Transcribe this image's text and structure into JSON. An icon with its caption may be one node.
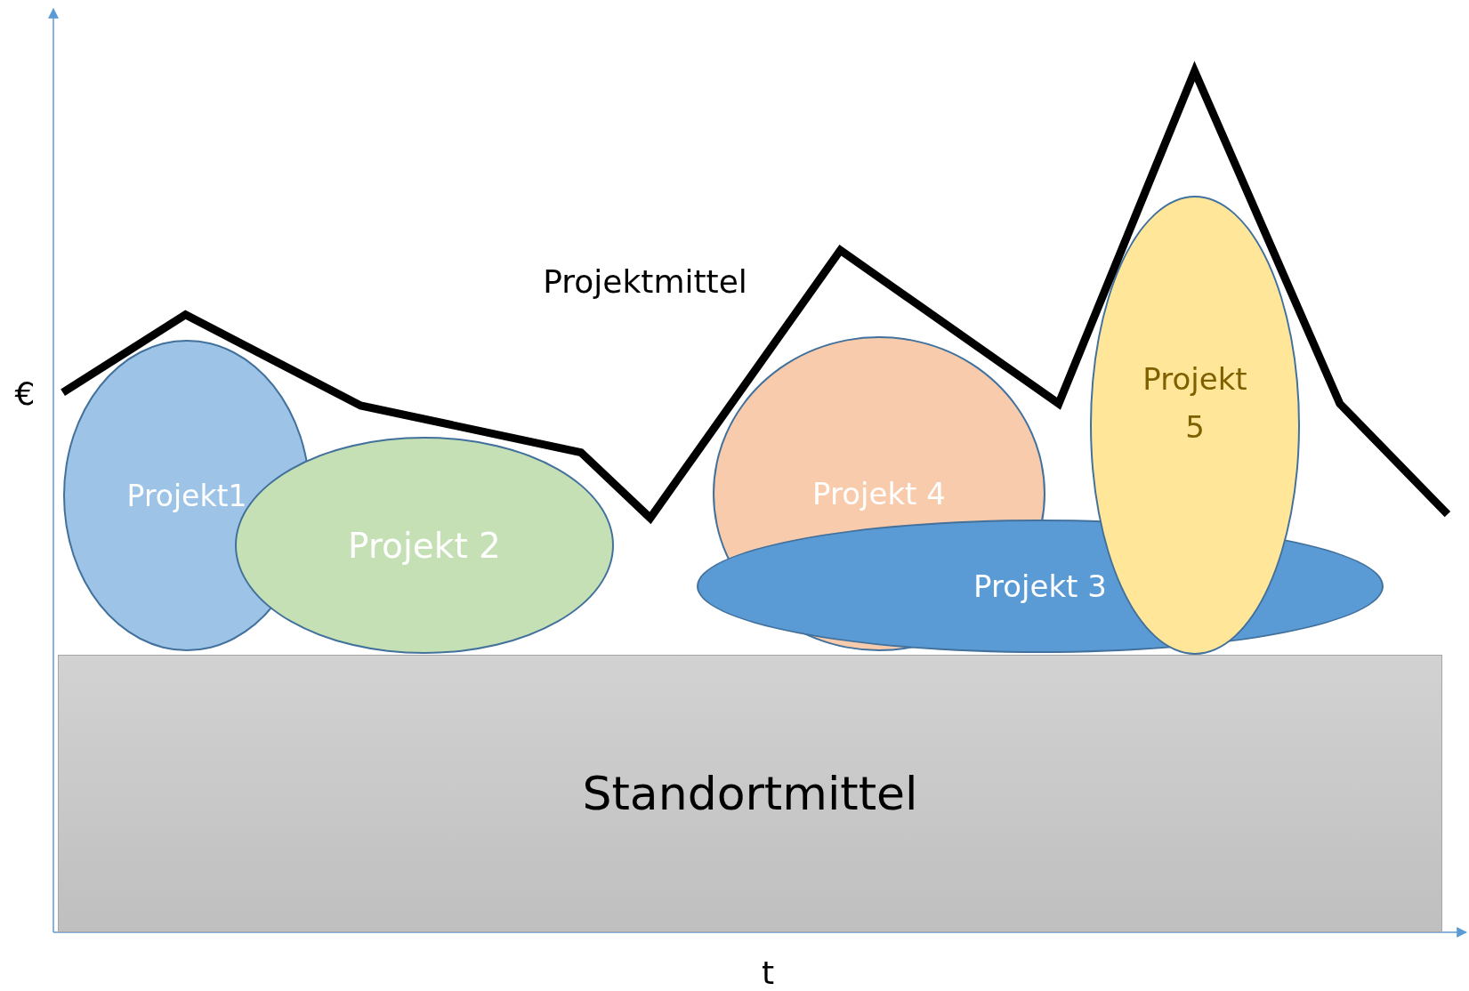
{
  "diagram": {
    "nodes": [
      {
        "text": [
          "Projekt1"
        ]
      },
      {
        "text": [
          "Projekt 2"
        ]
      },
      {
        "text": [
          "Projekt 4"
        ]
      },
      {
        "text": [
          "Projekt 3"
        ]
      },
      {
        "text": [
          "Projekt 5"
        ]
      },
      {
        "text": [
          "Standortmittel"
        ]
      }
    ],
    "edges": [],
    "labels": [
      "Projektmittel",
      "€",
      "t"
    ]
  }
}
